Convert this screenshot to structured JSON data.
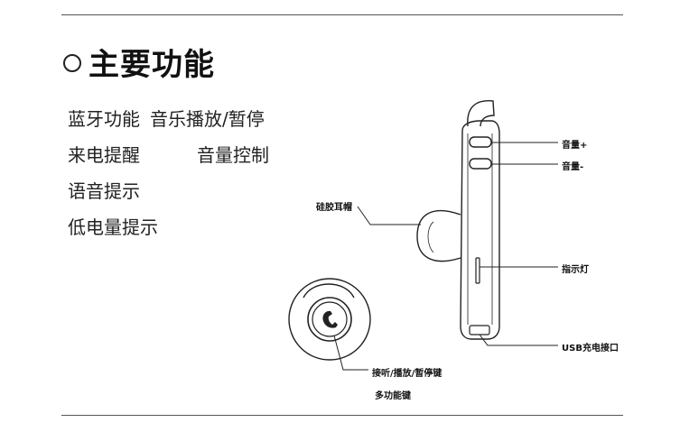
{
  "title": "主要功能",
  "features": {
    "bluetooth": "蓝牙功能",
    "music": "音乐播放/暂停",
    "incoming_call": "来电提醒",
    "volume_control": "音量控制",
    "voice_prompt": "语音提示",
    "low_battery": "低电量提示"
  },
  "labels": {
    "volume_up": "音量+",
    "volume_down": "音量-",
    "eartip": "硅胶耳帽",
    "indicator": "指示灯",
    "usb": "USB充电接口",
    "answer": "接听/播放/暂停键",
    "multi": "多功能键"
  }
}
